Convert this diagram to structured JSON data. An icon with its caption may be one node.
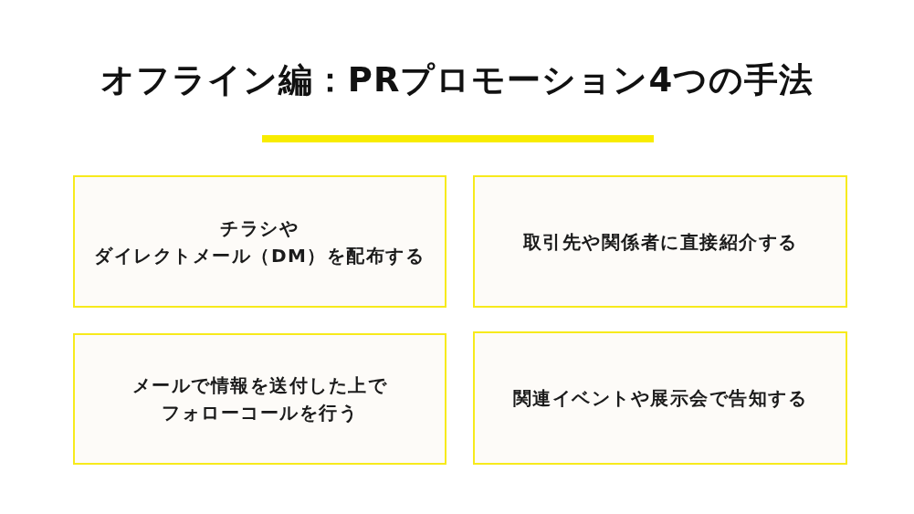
{
  "diagram": {
    "title": "オフライン編：PRプロモーション4つの手法",
    "nodes": [
      {
        "text": [
          "チラシやダイレクトメール（DM）を配布する"
        ]
      },
      {
        "text": [
          "取引先や関係者に直接紹介する"
        ]
      },
      {
        "text": [
          "メールで情報を送付した上でフォローコールを行う"
        ]
      },
      {
        "text": [
          "関連イベントや展示会で告知する"
        ]
      }
    ]
  }
}
